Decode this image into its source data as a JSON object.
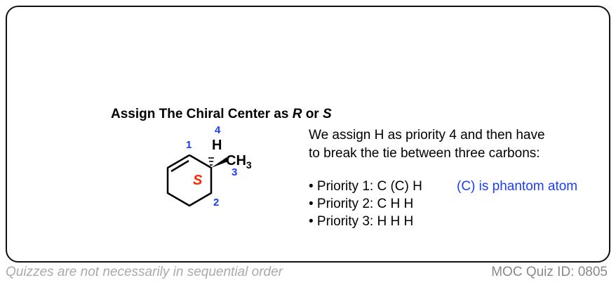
{
  "title": {
    "prefix": "Assign The Chiral Center as ",
    "r": "R",
    "or": " or ",
    "s": "S"
  },
  "explanation": [
    "We assign H as priority 4  and then have",
    "to break the tie between three carbons:"
  ],
  "priorities": [
    "• Priority 1: C (C) H",
    "• Priority 2: C  H  H",
    "• Priority 3: H  H  H"
  ],
  "phantom_note": "(C) is phantom atom",
  "molecule": {
    "h": "H",
    "ch3": "CH",
    "ch3_sub": "3",
    "labels": [
      "1",
      "2",
      "3",
      "4"
    ],
    "config": "S"
  },
  "colors": {
    "label": "#1a3cff",
    "config": "#ff2a00"
  },
  "footer": {
    "left": "Quizzes are not necessarily in sequential order",
    "right": "MOC Quiz ID: 0805"
  }
}
